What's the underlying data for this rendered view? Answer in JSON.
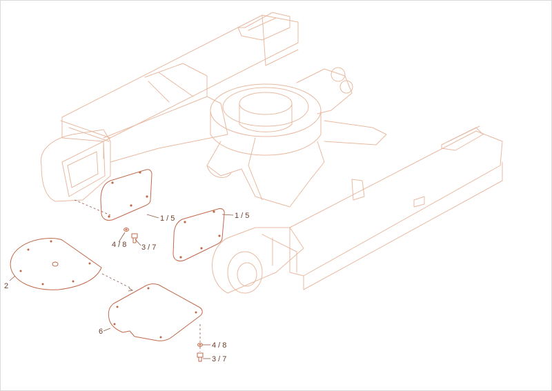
{
  "colors": {
    "frame": "#e8b9a0",
    "parts": "#c0694a",
    "labels": "#6a3d2a",
    "border": "#d9d9d9"
  },
  "callouts": {
    "plate_left_label": "1 / 5",
    "plate_right_label": "1 / 5",
    "washer_upper_label": "4 / 8",
    "bolt_upper_label": "3 / 7",
    "round_cover_label": "2",
    "cover_plate_label": "6",
    "washer_lower_label": "4 / 8",
    "bolt_lower_label": "3 / 7"
  }
}
